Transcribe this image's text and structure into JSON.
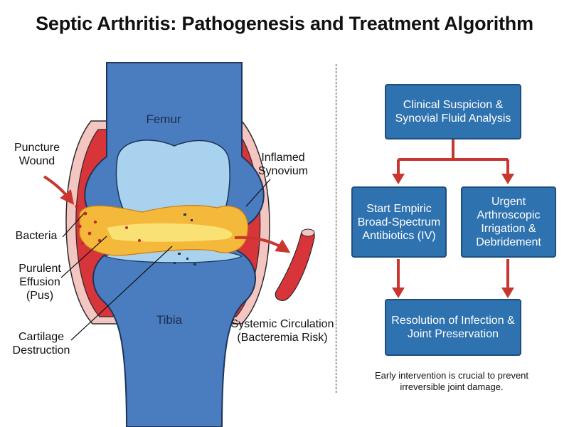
{
  "title": "Septic Arthritis: Pathogenesis and Treatment Algorithm",
  "anatomy": {
    "femur": "Femur",
    "tibia": "Tibia",
    "puncture_wound": "Puncture Wound",
    "bacteria": "Bacteria",
    "purulent_effusion": "Purulent Effusion (Pus)",
    "cartilage_destruction": "Cartilage Destruction",
    "inflamed_synovium": "Inflamed Synovium",
    "systemic_circulation": "Systemic Circulation (Bacteremia Risk)"
  },
  "flowchart": {
    "clinical_suspicion": "Clinical Suspicion & Synovial Fluid Analysis",
    "antibiotics": "Start Empiric Broad-Spectrum Antibiotics (IV)",
    "irrigation": "Urgent Arthroscopic Irrigation & Debridement",
    "resolution": "Resolution of Infection & Joint Preservation",
    "note": "Early intervention is crucial to prevent irreversible joint damage."
  },
  "colors": {
    "bone": "#4a7cc0",
    "cartilage": "#a9d2ee",
    "synovium": "#d8353b",
    "pus": "#f4b93a",
    "flow_box": "#2f72b0",
    "flow_arrow": "#c9362f"
  }
}
